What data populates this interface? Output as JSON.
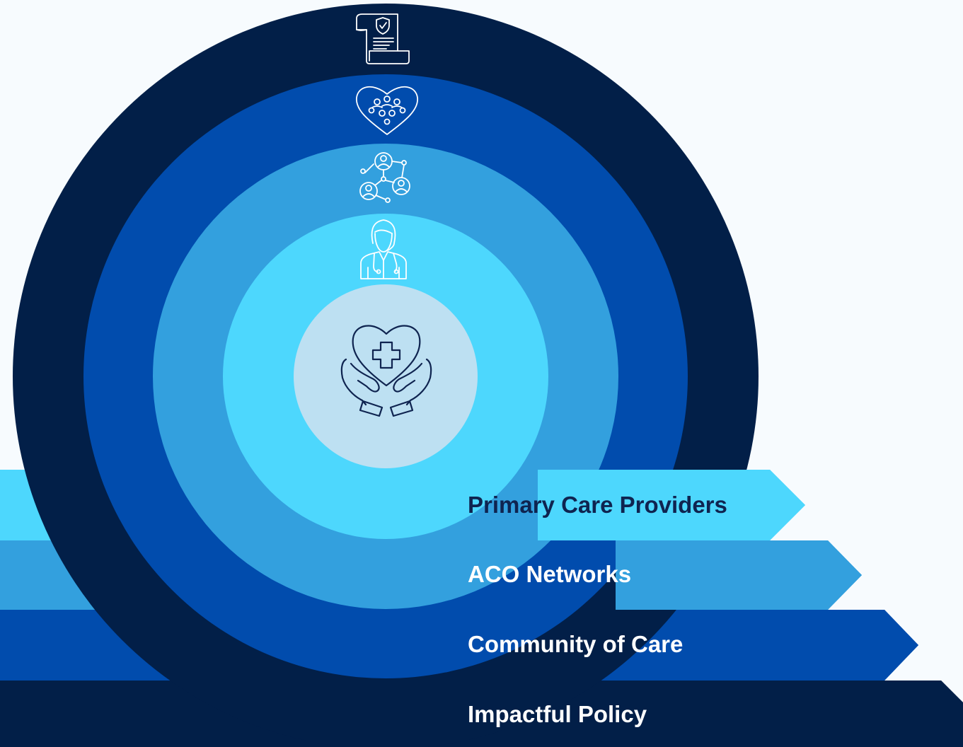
{
  "colors": {
    "background": "#f7fbfe",
    "impactful_policy": "#021f48",
    "community_of_care": "#014cad",
    "aco_networks": "#33a0de",
    "primary_care": "#4dd7fd",
    "patient_core": "#bde0f2",
    "icon_stroke_light": "#ffffff",
    "icon_stroke_dark": "#0f2450"
  },
  "layers": [
    {
      "id": "impactful-policy",
      "label": "Impactful Policy",
      "icon": "policy-document-icon",
      "label_color": "#ffffff"
    },
    {
      "id": "community-of-care",
      "label": "Community of Care",
      "icon": "heart-community-icon",
      "label_color": "#ffffff"
    },
    {
      "id": "aco-networks",
      "label": "ACO Networks",
      "icon": "network-people-icon",
      "label_color": "#ffffff"
    },
    {
      "id": "primary-care",
      "label": "Primary Care Providers",
      "icon": "doctor-icon",
      "label_color": "#0f2450"
    }
  ],
  "core": {
    "icon": "hands-heart-cross-icon"
  }
}
